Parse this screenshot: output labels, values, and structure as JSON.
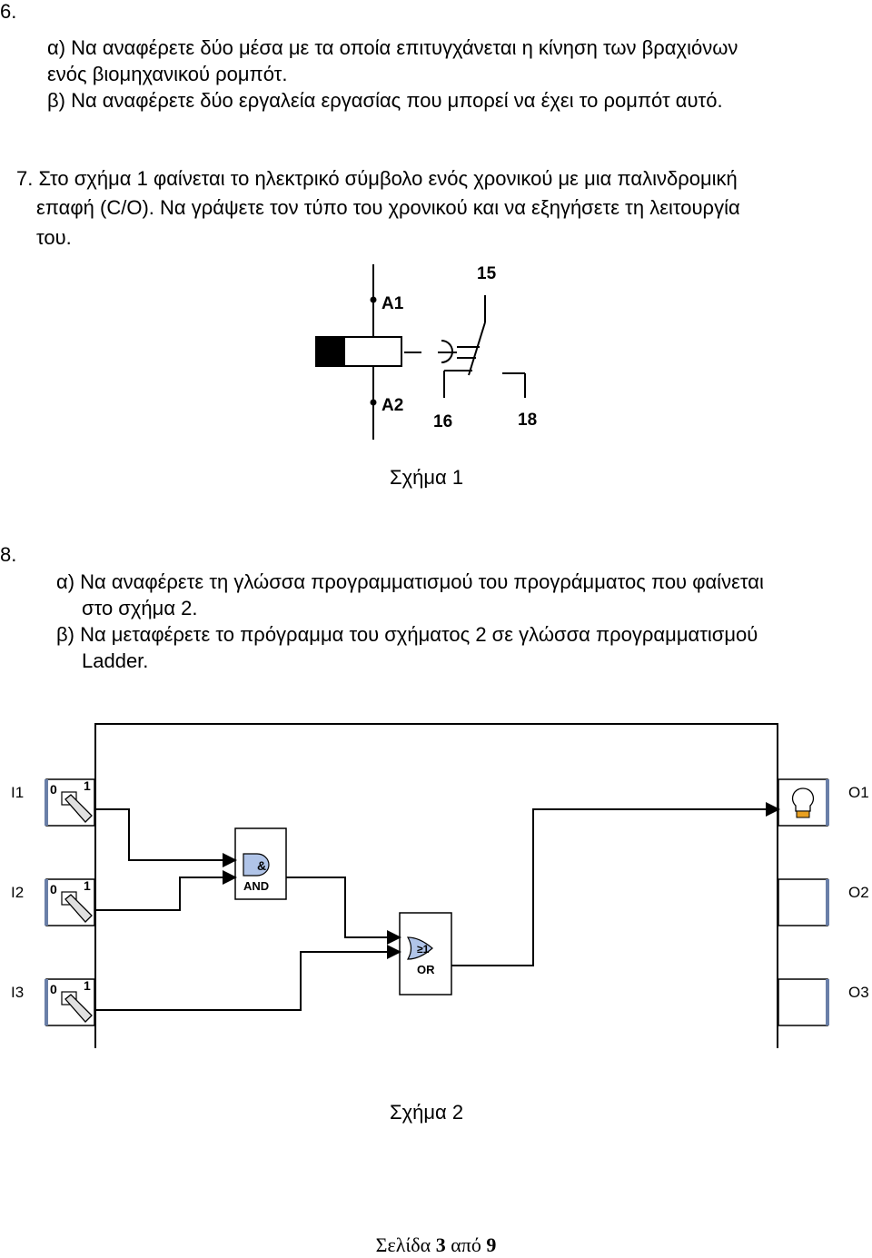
{
  "q6": {
    "number": "6.",
    "a": "α) Να αναφέρετε δύο μέσα με τα οποία επιτυγχάνεται η κίνηση των βραχιόνων",
    "a2": "ενός βιομηχανικού ρομπότ.",
    "b": "β) Να αναφέρετε δύο εργαλεία εργασίας που μπορεί να έχει το ρομπότ αυτό."
  },
  "q7": {
    "line1": "7.  Στο σχήμα 1 φαίνεται το ηλεκτρικό σύμβολο ενός χρονικού με μια παλινδρομική",
    "line2": "επαφή (C/O). Να γράψετε τον τύπο του χρονικού και να εξηγήσετε τη λειτουργία",
    "line3": "του."
  },
  "figure1": {
    "caption": "Σχήμα 1",
    "labels": {
      "a1": "A1",
      "a2": "A2",
      "c15": "15",
      "c16": "16",
      "c18": "18"
    }
  },
  "q8": {
    "number": "8.",
    "a": "α) Να αναφέρετε τη γλώσσα προγραμματισμού του προγράμματος που φαίνεται",
    "a2": "στο σχήμα 2.",
    "b": "β) Να μεταφέρετε το πρόγραμμα του σχήματος 2 σε γλώσσα προγραμματισμού",
    "b2": "Ladder."
  },
  "figure2": {
    "caption": "Σχήμα 2",
    "inputs": [
      {
        "label": "I1",
        "state0": "0",
        "state1": "1"
      },
      {
        "label": "I2",
        "state0": "0",
        "state1": "1"
      },
      {
        "label": "I3",
        "state0": "0",
        "state1": "1"
      }
    ],
    "outputs": [
      {
        "label": "O1"
      },
      {
        "label": "O2"
      },
      {
        "label": "O3"
      }
    ],
    "and_block": {
      "symbol": "&",
      "text": "AND"
    },
    "or_block": {
      "symbol": "≥1",
      "text": "OR"
    }
  },
  "footer": {
    "prefix": "Σελίδα ",
    "page": "3",
    "middle": " από ",
    "total": "9"
  }
}
